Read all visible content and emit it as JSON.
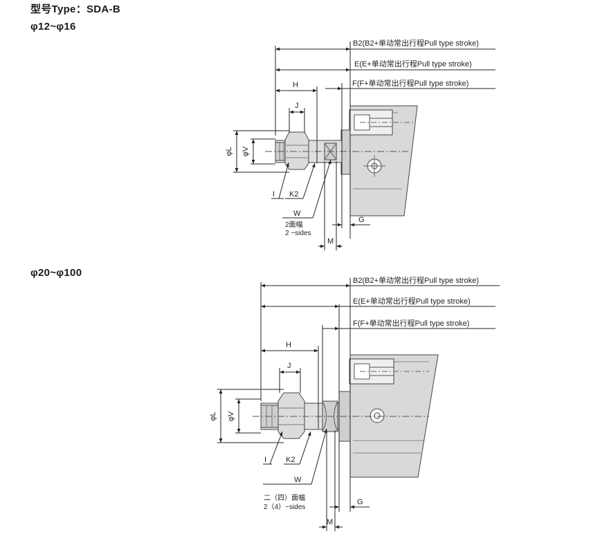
{
  "header": {
    "model_title": "型号Type：SDA-B"
  },
  "diagram_small": {
    "size_range": "φ12~φ16",
    "labels": {
      "b2": "B2(B2+单动常出行程Pull type stroke)",
      "e": "E(E+单动常出行程Pull type stroke)",
      "f": "F(F+单动常出行程Pull type stroke)",
      "h": "H",
      "j": "J",
      "phi_l": "φL",
      "phi_v": "φV",
      "i": "I",
      "k2": "K2",
      "w": "W",
      "sides_cn": "2面幅",
      "sides_en": "2 −sides",
      "m": "M",
      "g": "G"
    }
  },
  "diagram_large": {
    "size_range": "φ20~φ100",
    "labels": {
      "b2": "B2(B2+单动常出行程Pull type stroke)",
      "e": "E(E+单动常出行程Pull type stroke)",
      "f": "F(F+单动常出行程Pull type stroke)",
      "h": "H",
      "j": "J",
      "phi_l": "φL",
      "phi_v": "φV",
      "i": "I",
      "k2": "K2",
      "w": "W",
      "sides_cn": "二（四）面幅",
      "sides_en": "2（4）−sides",
      "m": "M",
      "g": "G"
    }
  }
}
